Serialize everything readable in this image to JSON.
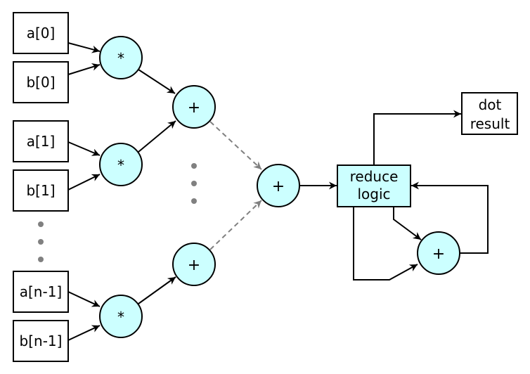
{
  "inputs": {
    "a0": "a[0]",
    "b0": "b[0]",
    "a1": "a[1]",
    "b1": "b[1]",
    "an": "a[n-1]",
    "bn": "b[n-1]"
  },
  "operators": {
    "mul": "*",
    "add": "+"
  },
  "reduce": {
    "line1": "reduce",
    "line2": "logic"
  },
  "output": {
    "line1": "dot",
    "line2": "result"
  },
  "colors": {
    "node_fill": "#ccffff",
    "line": "#000000",
    "dashed": "#808080"
  }
}
